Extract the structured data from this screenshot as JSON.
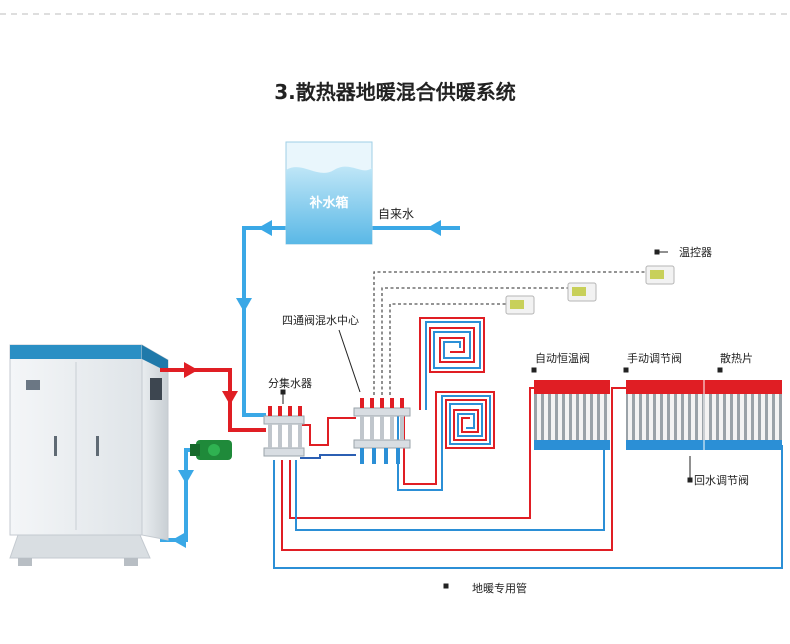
{
  "title": "3.散热器地暖混合供暖系统",
  "labels": {
    "tank": "补水箱",
    "tap_water": "自来水",
    "thermostat": "温控器",
    "four_way_valve": "四通阀混水中心",
    "manifold": "分集水器",
    "auto_valve": "自动恒温阀",
    "manual_valve": "手动调节阀",
    "radiator": "散热片",
    "return_valve": "回水调节阀",
    "floor_pipe": "地暖专用管"
  },
  "colors": {
    "supply_red": "#e01e24",
    "return_blue": "#2b8fd6",
    "feed_blue": "#3aa8e6",
    "boiler_top": "#2a8fc4",
    "dashed_wire": "#555555"
  }
}
